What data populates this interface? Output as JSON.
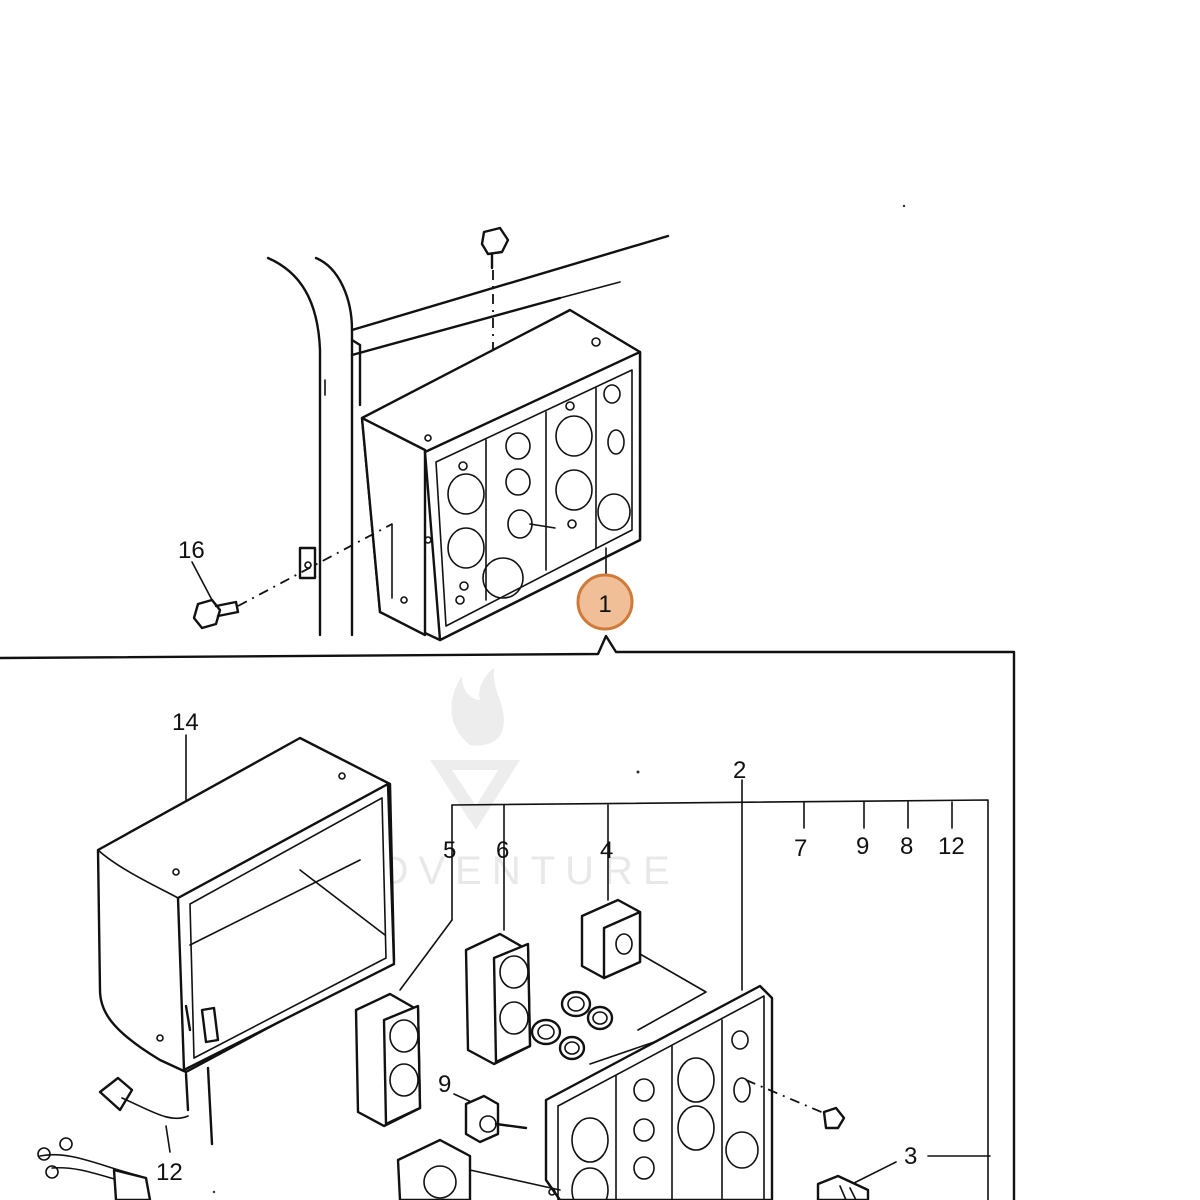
{
  "watermark": {
    "text": "LEADVENTURE"
  },
  "highlight": {
    "label": "1",
    "color": "#e9a46c",
    "stroke": "#d07a3a"
  },
  "callouts": {
    "c16": "16",
    "c14": "14",
    "c2": "2",
    "c5": "5",
    "c6": "6",
    "c4": "4",
    "c7": "7",
    "c9a": "9",
    "c8": "8",
    "c12a": "12",
    "c9b": "9",
    "c12b": "12",
    "c3": "3"
  }
}
